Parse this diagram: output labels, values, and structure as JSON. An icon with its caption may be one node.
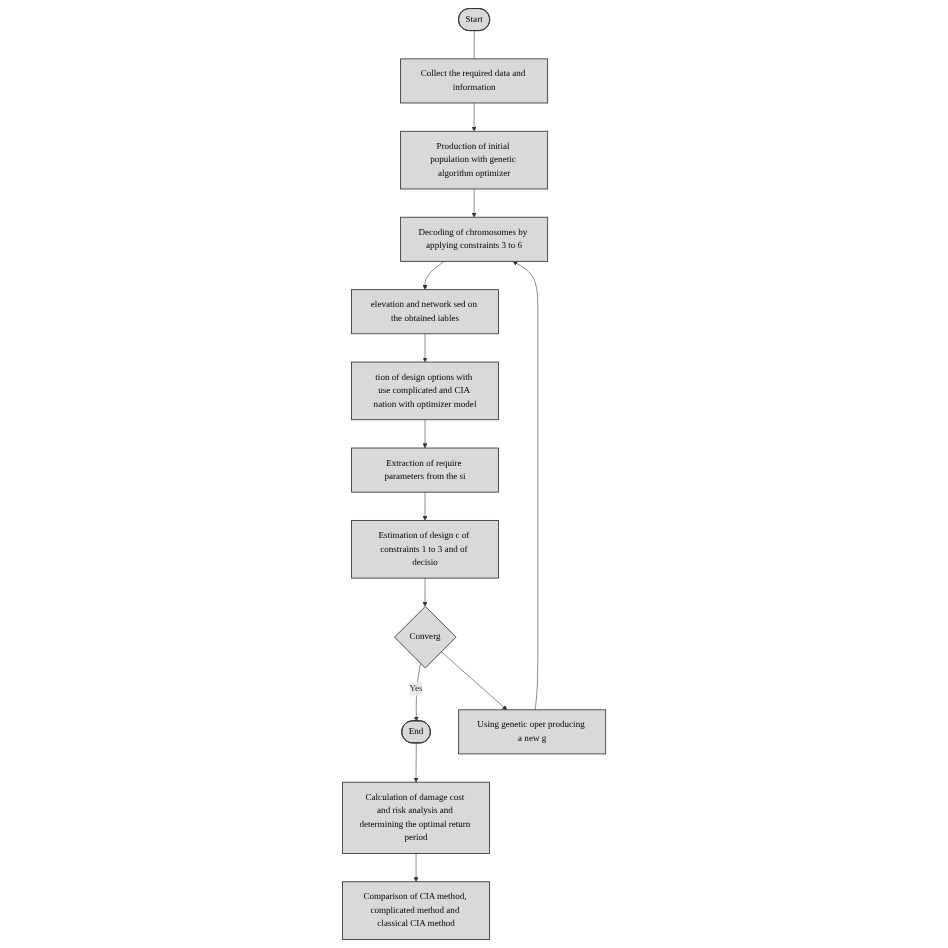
{
  "diagram": {
    "nodes": [
      {
        "text": [
          "Start"
        ]
      },
      {
        "text": [
          "Collect the required data and information"
        ]
      },
      {
        "text": [
          "Production of initial population with genetic algorithm optimizer"
        ]
      },
      {
        "text": [
          "Decoding of chromosomes by applying constraints 3 to 6"
        ]
      },
      {
        "text": [
          "Calculation of damage cost and risk analysis and determining the optimal return period"
        ]
      },
      {
        "text": [
          "End"
        ]
      },
      {
        "text": [
          "Converg"
        ]
      },
      {
        "text": [
          "Using genetic oper producing a new g"
        ]
      },
      {
        "text": [
          "elevation and network sed on the obtained iables"
        ]
      },
      {
        "text": [
          "Comparison of CIA method, complicated method and classical CIA method"
        ]
      },
      {
        "text": [
          "tion of design options with use complicated and CIA nation with optimizer model"
        ]
      },
      {
        "text": [
          "Estimation of design c of constraints 1 to 3 and of decisio"
        ]
      },
      {
        "text": [
          "Extraction of require parameters from the si"
        ]
      }
    ],
    "edges": [
      {
        "from": 0,
        "to": 1,
        "arrow": "none"
      },
      {
        "from": 1,
        "to": 2,
        "arrow": "to"
      },
      {
        "from": 2,
        "to": 3,
        "arrow": "to"
      },
      {
        "from": 3,
        "to": 8,
        "arrow": "to"
      },
      {
        "from": 4,
        "to": 9,
        "arrow": "to"
      },
      {
        "from": 8,
        "to": 10,
        "arrow": "to"
      },
      {
        "from": 10,
        "to": 12,
        "arrow": "to"
      },
      {
        "from": 12,
        "to": 11,
        "arrow": "to"
      },
      {
        "from": 11,
        "to": 6,
        "arrow": "to"
      },
      {
        "from": 6,
        "to": 7,
        "arrow": "to"
      },
      {
        "from": 7,
        "to": 3,
        "arrow": "to"
      },
      {
        "from": 6,
        "to": 5,
        "label": "Yes",
        "arrow": "to"
      },
      {
        "from": 5,
        "to": 4,
        "arrow": "to"
      }
    ]
  }
}
